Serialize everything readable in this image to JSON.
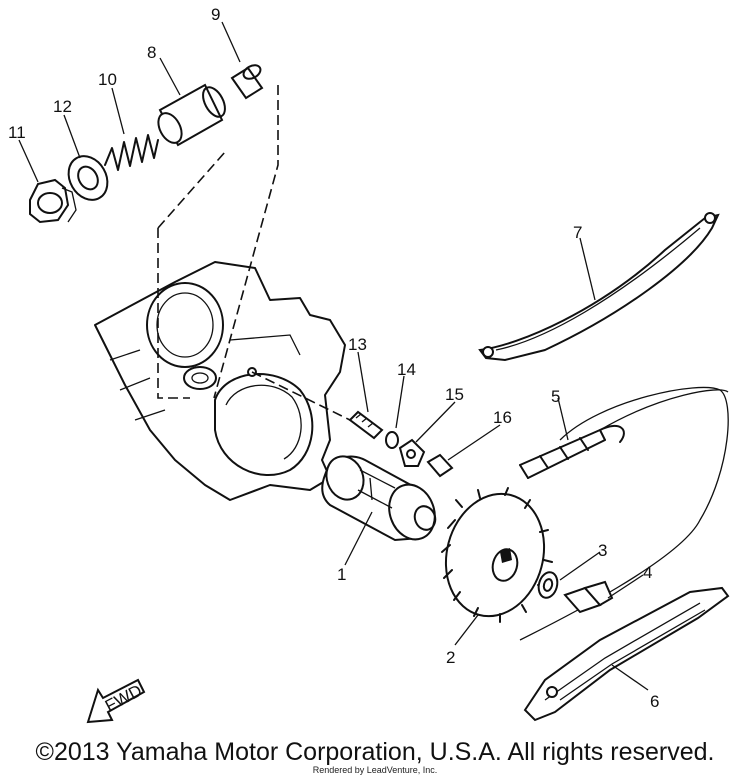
{
  "callouts": [
    {
      "id": "1",
      "label": "1"
    },
    {
      "id": "2",
      "label": "2"
    },
    {
      "id": "3",
      "label": "3"
    },
    {
      "id": "4",
      "label": "4"
    },
    {
      "id": "5",
      "label": "5"
    },
    {
      "id": "6",
      "label": "6"
    },
    {
      "id": "7",
      "label": "7"
    },
    {
      "id": "8",
      "label": "8"
    },
    {
      "id": "9",
      "label": "9"
    },
    {
      "id": "10",
      "label": "10"
    },
    {
      "id": "11",
      "label": "11"
    },
    {
      "id": "12",
      "label": "12"
    },
    {
      "id": "13",
      "label": "13"
    },
    {
      "id": "14",
      "label": "14"
    },
    {
      "id": "15",
      "label": "15"
    },
    {
      "id": "16",
      "label": "16"
    }
  ],
  "fwd_label": "FWD",
  "copyright": "©2013 Yamaha Motor Corporation, U.S.A. All rights reserved.",
  "rendered_by": "Rendered by LeadVenture, Inc."
}
